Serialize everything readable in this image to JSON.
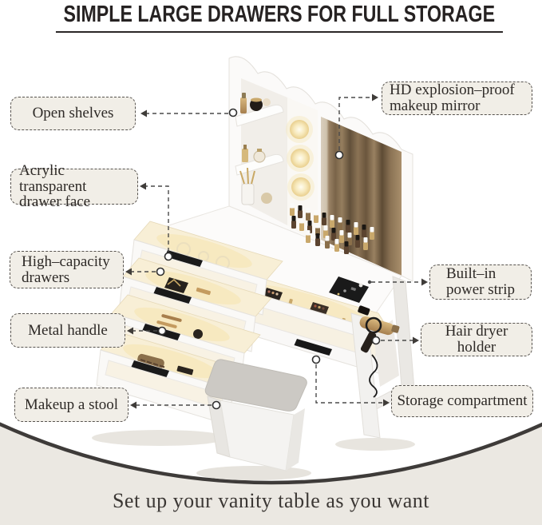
{
  "title": {
    "text": "SIMPLE LARGE DRAWERS FOR FULL STORAGE"
  },
  "caption": {
    "text": "Set up your vanity table as you want"
  },
  "colors": {
    "background": "#EBE8E2",
    "circle_fill": "#FFFFFF",
    "arc_stroke": "#3E3B39",
    "label_background": "#F1EEE7",
    "label_border": "#57534F",
    "label_text": "#2E2A27",
    "title_text": "#262222",
    "caption_text": "#3B3734",
    "connector": "#4A4A4A",
    "led_glow": "#F3E2A8",
    "mirror_brown": "#6E583F",
    "gold_accent": "#C49B5F",
    "handle_black": "#1A1A1A",
    "stool_cushion": "#CCC9C4"
  },
  "labels": [
    {
      "id": "open-shelves",
      "line1": "Open shelves",
      "line2": ""
    },
    {
      "id": "acrylic-transparent-drawer-face",
      "line1": "Acrylic transparent",
      "line2": "drawer face"
    },
    {
      "id": "high-capacity-drawers",
      "line1": "High–capacity",
      "line2": "drawers"
    },
    {
      "id": "metal-handle",
      "line1": "Metal handle",
      "line2": ""
    },
    {
      "id": "makeup-a-stool",
      "line1": "Makeup a stool",
      "line2": ""
    },
    {
      "id": "hd-mirror",
      "line1": "HD explosion–proof",
      "line2": "makeup mirror"
    },
    {
      "id": "built-in-power-strip",
      "line1": "Built–in",
      "line2": "power strip"
    },
    {
      "id": "hair-dryer-holder",
      "line1": "Hair dryer holder",
      "line2": ""
    },
    {
      "id": "storage-compartment",
      "line1": "Storage compartment",
      "line2": ""
    }
  ]
}
